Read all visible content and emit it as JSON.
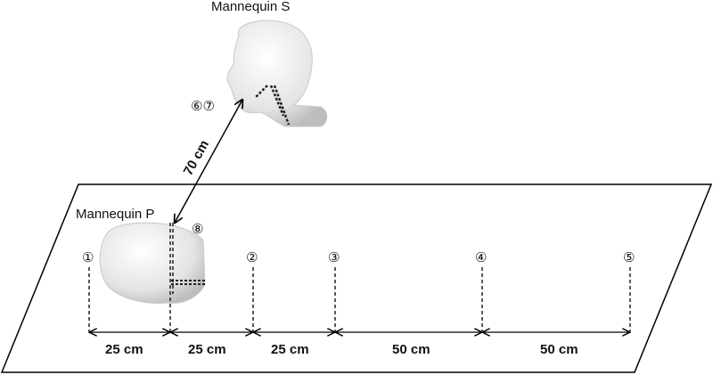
{
  "labels": {
    "mannequin_s": "Mannequin S",
    "mannequin_p": "Mannequin P",
    "distance": "70 cm"
  },
  "markers": {
    "m1": "①",
    "m2": "②",
    "m3": "③",
    "m4": "④",
    "m5": "⑤",
    "m67": "⑥⑦",
    "m8": "⑧"
  },
  "dimensions": {
    "d1": "25 cm",
    "d2": "25 cm",
    "d3": "25 cm",
    "d4": "50 cm",
    "d5": "50 cm"
  }
}
